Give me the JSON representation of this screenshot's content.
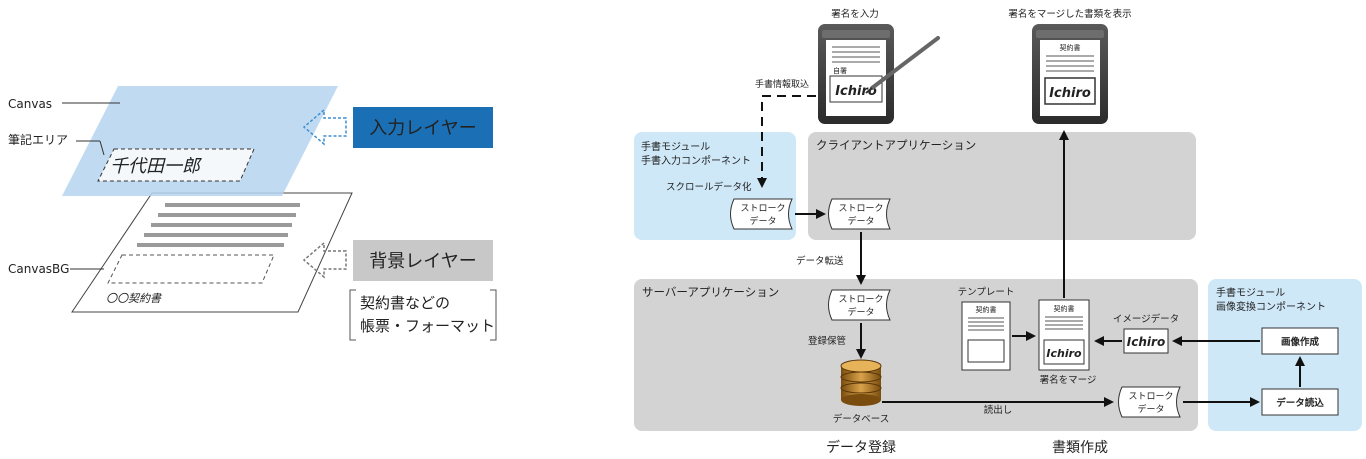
{
  "left_panel": {
    "canvas_label": "Canvas",
    "writing_area_label": "筆記エリア",
    "canvasbg_label": "CanvasBG",
    "input_layer_label": "入力レイヤー",
    "background_layer_label": "背景レイヤー",
    "form_note_line1": "契約書などの",
    "form_note_line2": "帳票・フォーマット",
    "signature_text": "千代田一郎",
    "doc_caption": "〇〇契約書"
  },
  "devices": {
    "sign_input_title": "署名を入力",
    "signature_label": "自署",
    "signature_name": "Ichiro",
    "display_title": "署名をマージした書類を表示",
    "display_doc_title": "契約書",
    "display_signature": "Ichiro"
  },
  "handwriting_capture_label": "手書情報取込",
  "regions": {
    "hw_input_module_line1": "手書モジュール",
    "hw_input_module_line2": "手書入力コンポーネント",
    "client_app": "クライアントアプリケーション",
    "server_app": "サーバーアプリケーション",
    "hw_image_module_line1": "手書モジュール",
    "hw_image_module_line2": "画像変換コンポーネント"
  },
  "labels": {
    "stroke_data_conversion": "スクロールデータ化",
    "data_transfer": "データ転送",
    "register_store": "登録保管",
    "database": "データベース",
    "read_out": "読出し",
    "template": "テンプレート",
    "image_data": "イメージデータ",
    "merge_signature": "署名をマージ"
  },
  "stroke_data": {
    "line1": "ストローク",
    "line2": "データ"
  },
  "documents": {
    "template_doc_title": "契約書",
    "merged_doc_title": "契約書",
    "merged_signature": "Ichiro",
    "image_signature": "Ichiro"
  },
  "buttons": {
    "image_create": "画像作成",
    "data_read": "データ読込"
  },
  "footer": {
    "data_registration": "データ登録",
    "document_creation": "書類作成"
  },
  "colors": {
    "input_layer_bg": "#1b6fb5",
    "background_layer_bg": "#c8c8c8",
    "light_blue_region": "#cfe8f8",
    "gray_region": "#d3d3d3",
    "db_gold": "#a9741f",
    "tablet_dark": "#3a3a3a"
  }
}
